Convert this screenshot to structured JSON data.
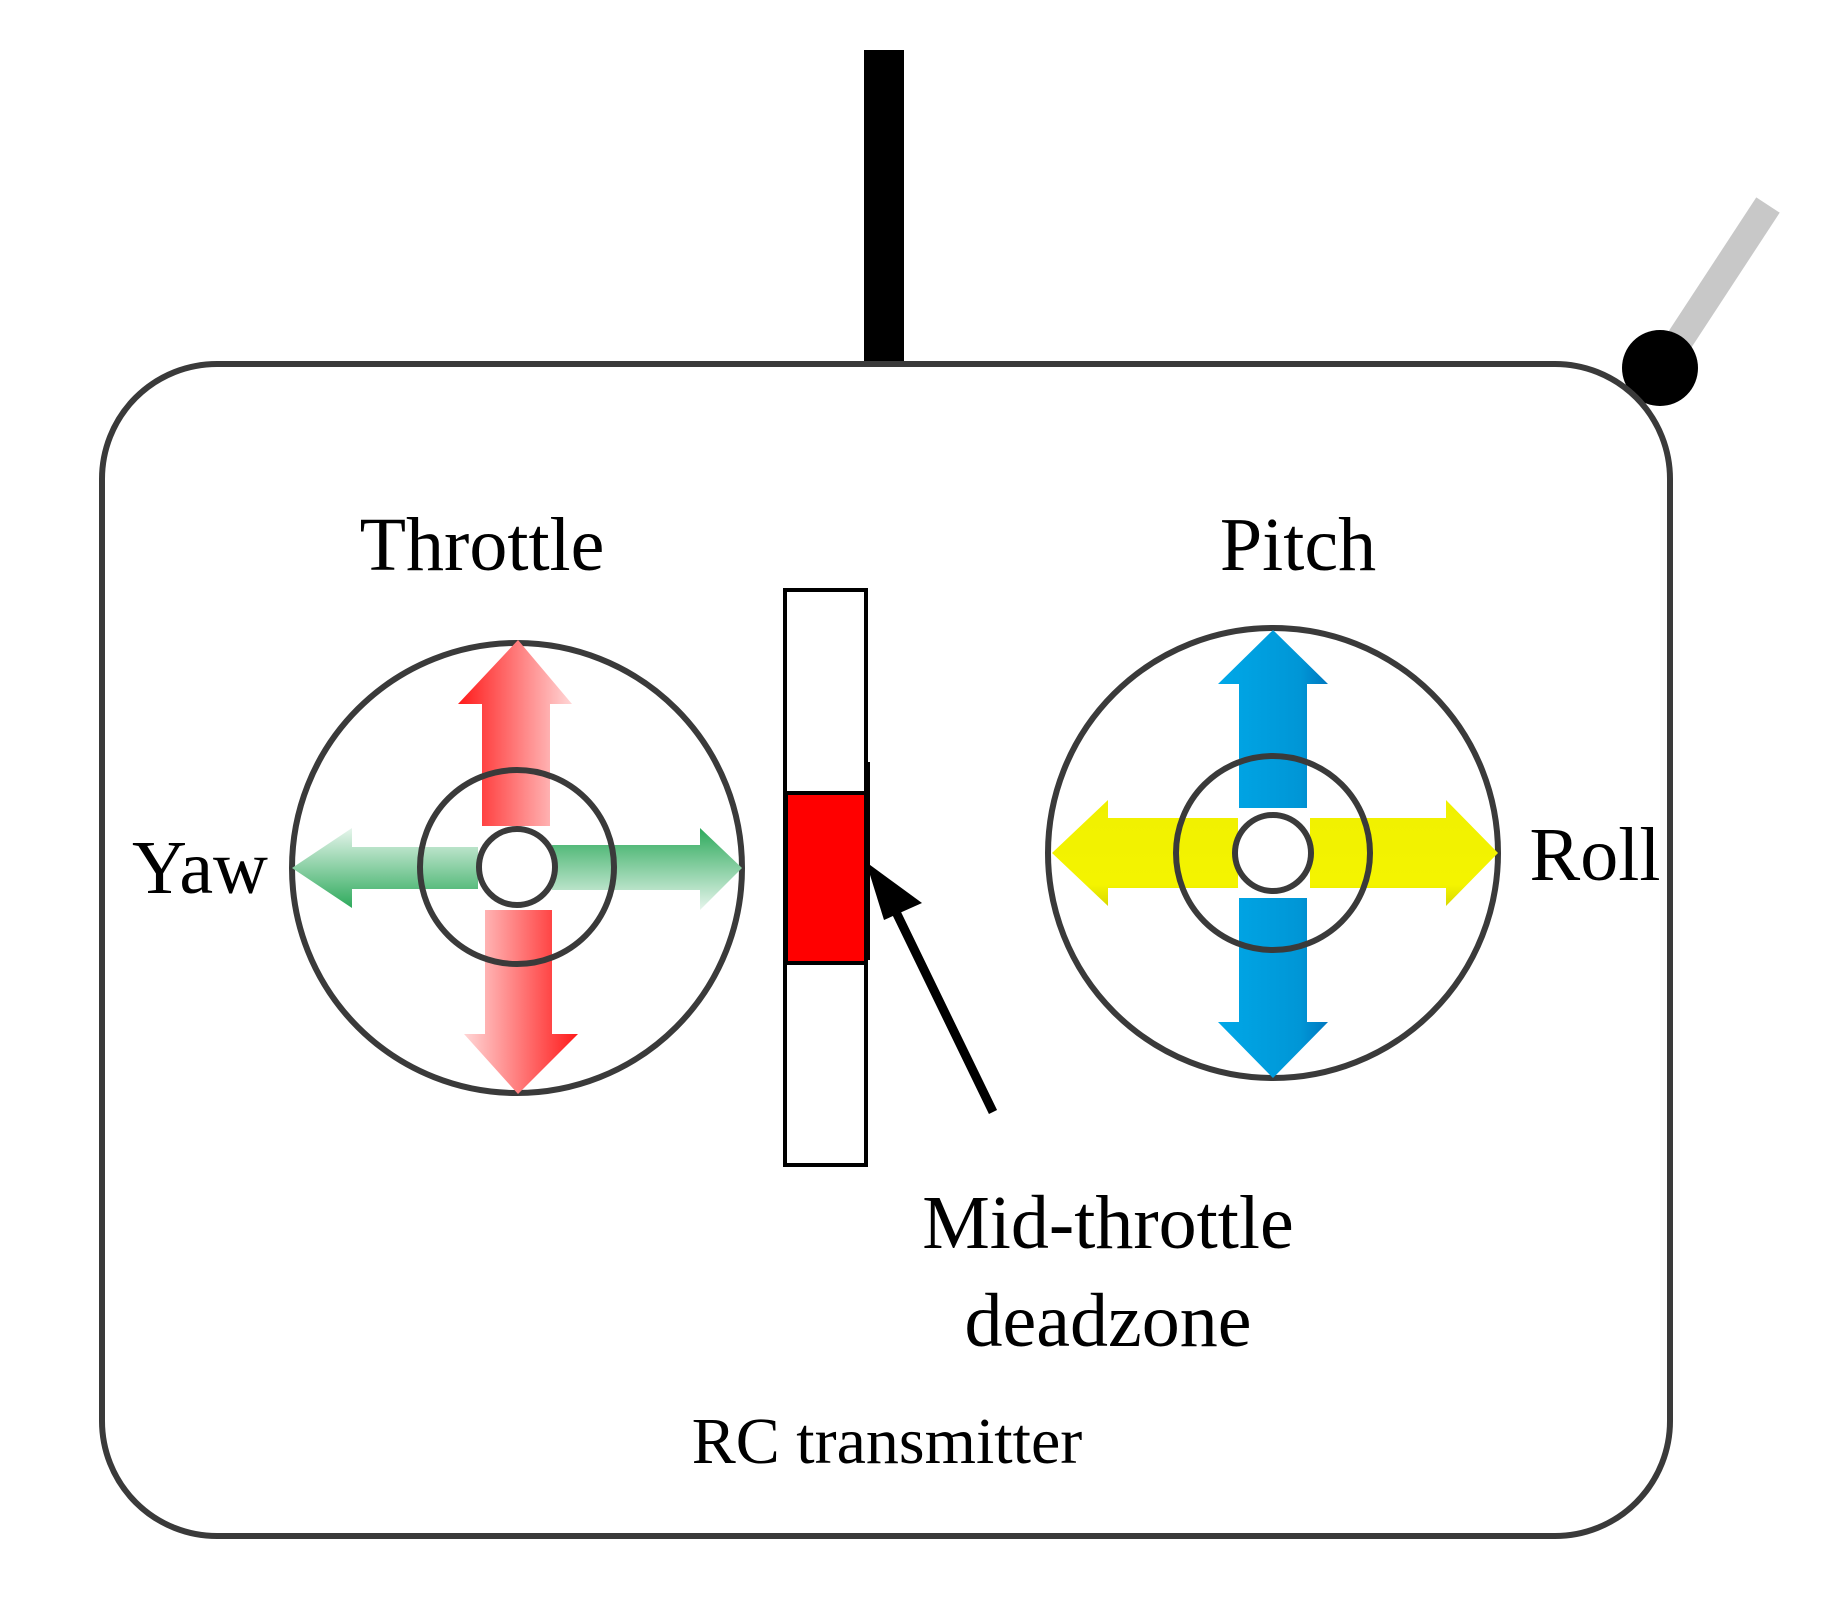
{
  "labels": {
    "throttle": "Throttle",
    "pitch": "Pitch",
    "yaw": "Yaw",
    "roll": "Roll",
    "deadzone_line1": "Mid-throttle",
    "deadzone_line2": "deadzone",
    "device": "RC transmitter"
  },
  "colors": {
    "throttle_arrow": "#ff1a1a",
    "yaw_arrow": "#2eaa5c",
    "pitch_arrow": "#00a0e0",
    "roll_arrow": "#f0f000",
    "deadzone_fill": "#ff0000",
    "outline": "#3a3a3a",
    "antenna": "#000000",
    "switch_lever": "#c8c8c8"
  },
  "icons": {
    "left_stick": "joystick-gimbal-icon",
    "right_stick": "joystick-gimbal-icon",
    "antenna": "antenna-icon",
    "toggle_switch": "toggle-switch-icon"
  }
}
